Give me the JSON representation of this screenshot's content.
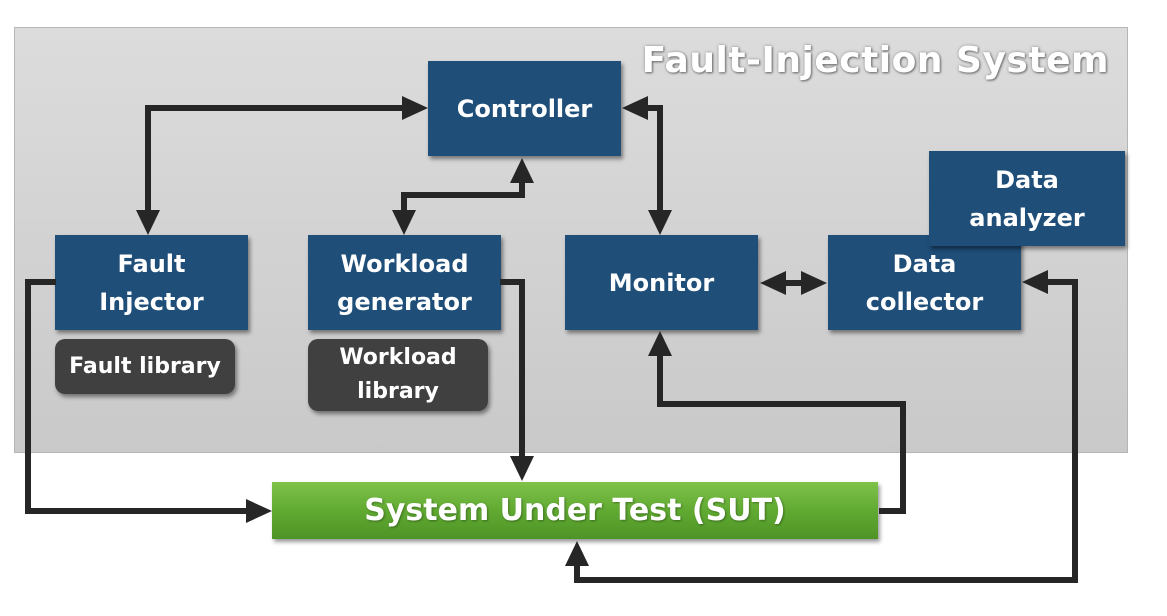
{
  "panel": {
    "title": "Fault-Injection System"
  },
  "nodes": {
    "controller": "Controller",
    "fault_injector": [
      "Fault",
      "Injector"
    ],
    "workload_generator": [
      "Workload",
      "generator"
    ],
    "monitor": "Monitor",
    "data_collector": [
      "Data",
      "collector"
    ],
    "data_analyzer": [
      "Data",
      "analyzer"
    ]
  },
  "libraries": {
    "fault_library": "Fault library",
    "workload_library": [
      "Workload",
      "library"
    ]
  },
  "sut": {
    "label": "System Under Test (SUT)"
  },
  "colors": {
    "panel_bg": "#d3d3d3",
    "node_bg": "#1f4e79",
    "library_bg": "#404040",
    "sut_green": "#5ea830",
    "arrow": "#262626",
    "text": "#ffffff"
  }
}
